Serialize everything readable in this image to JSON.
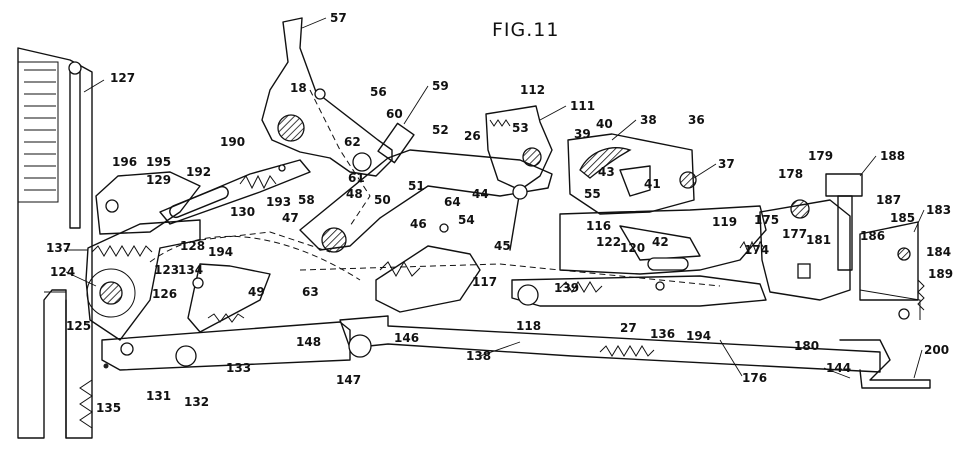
{
  "figure_title": "FIG.11",
  "labels": [
    "57",
    "18",
    "56",
    "62",
    "60",
    "59",
    "52",
    "26",
    "112",
    "53",
    "111",
    "39",
    "40",
    "38",
    "36",
    "37",
    "61",
    "48",
    "51",
    "50",
    "44",
    "55",
    "43",
    "41",
    "196",
    "195",
    "129",
    "192",
    "190",
    "193",
    "58",
    "47",
    "46",
    "64",
    "54",
    "45",
    "116",
    "122",
    "42",
    "119",
    "175",
    "178",
    "179",
    "188",
    "187",
    "183",
    "185",
    "186",
    "184",
    "177",
    "181",
    "174",
    "120",
    "137",
    "130",
    "128",
    "194",
    "134",
    "49",
    "63",
    "123",
    "124",
    "126",
    "125",
    "117",
    "139",
    "27",
    "136",
    "194",
    "118",
    "189",
    "133",
    "148",
    "146",
    "138",
    "135",
    "131",
    "132",
    "147",
    "180",
    "176",
    "144",
    "200",
    "127"
  ]
}
